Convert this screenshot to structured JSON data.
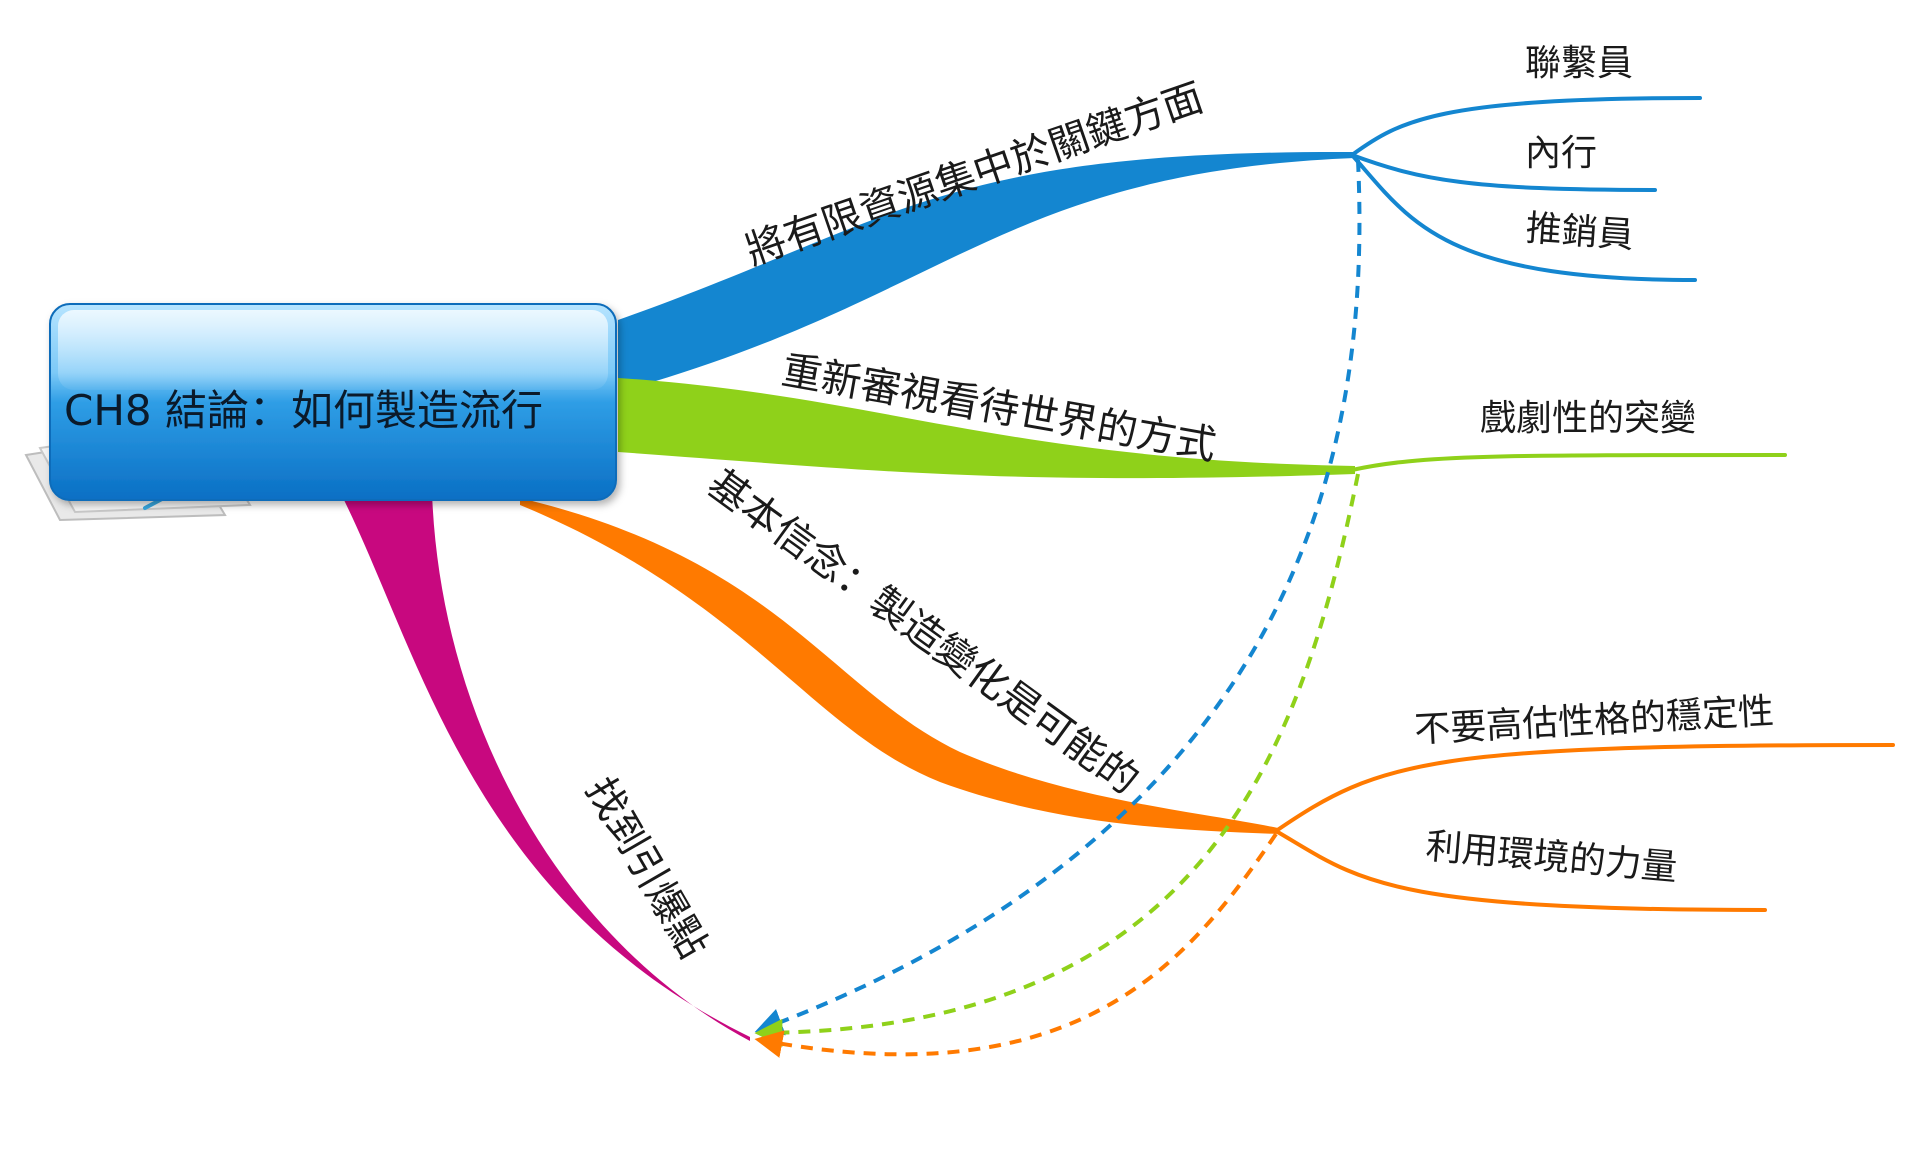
{
  "central_topic": {
    "label": "CH8 結論：如何製造流行",
    "icon": "mindmap-document-icon"
  },
  "colors": {
    "blue": "#1486d0",
    "green": "#8fd11a",
    "orange": "#ff7a00",
    "magenta": "#c8087f",
    "central_top": "#9bd8ff",
    "central_bottom": "#0a7fd6"
  },
  "branches": {
    "blue": {
      "label": "將有限資源集中於關鍵方面",
      "children": [
        "聯繫員",
        "內行",
        "推銷員"
      ]
    },
    "green": {
      "label": "重新審視看待世界的方式",
      "children": [
        "戲劇性的突變"
      ]
    },
    "orange": {
      "label": "基本信念：製造變化是可能的",
      "children": [
        "不要高估性格的穩定性",
        "利用環境的力量"
      ]
    },
    "magenta": {
      "label": "找到引爆點",
      "children": []
    }
  },
  "relationships": [
    {
      "from": "將有限資源集中於關鍵方面",
      "to": "找到引爆點",
      "style": "dashed"
    },
    {
      "from": "重新審視看待世界的方式",
      "to": "找到引爆點",
      "style": "dashed"
    },
    {
      "from": "基本信念：製造變化是可能的",
      "to": "找到引爆點",
      "style": "dashed"
    }
  ]
}
